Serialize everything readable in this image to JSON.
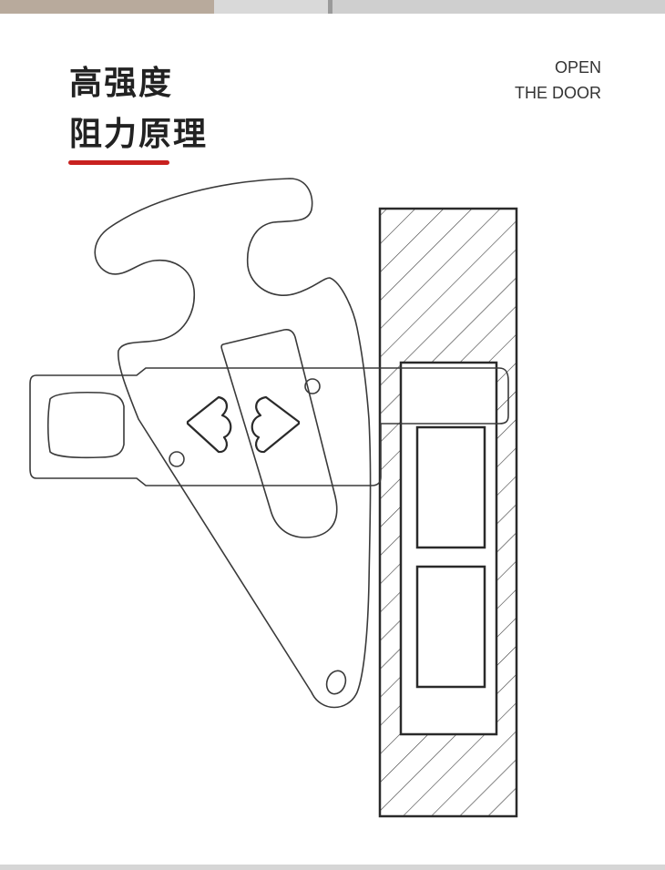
{
  "heading": {
    "line1": "高强度",
    "line2": "阻力原理"
  },
  "subheading": {
    "line1": "OPEN",
    "line2": "THE DOOR"
  },
  "colors": {
    "accent": "#c8211f",
    "text": "#222222",
    "line": "#333333",
    "background": "#ffffff"
  },
  "icons": {
    "arrow_left": "left-arrow-icon",
    "arrow_right": "right-arrow-icon"
  }
}
